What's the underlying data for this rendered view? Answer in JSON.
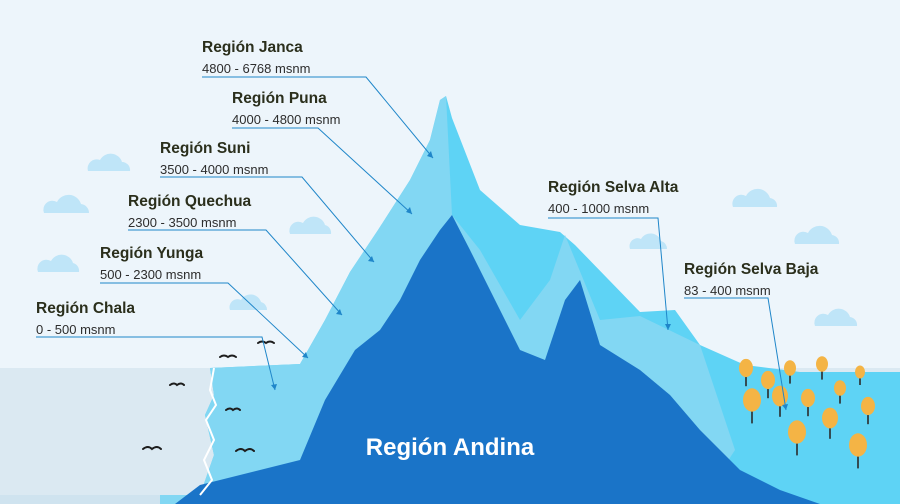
{
  "title": "Región Andina",
  "regions": [
    {
      "name": "Región Janca",
      "range": "4800 - 6768 msnm"
    },
    {
      "name": "Región Puna",
      "range": "4000 - 4800 msnm"
    },
    {
      "name": "Región Suni",
      "range": "3500 - 4000 msnm"
    },
    {
      "name": "Región Quechua",
      "range": "2300 - 3500 msnm"
    },
    {
      "name": "Región Yunga",
      "range": "500 - 2300 msnm"
    },
    {
      "name": "Región Chala",
      "range": "0 - 500 msnm"
    },
    {
      "name": "Región Selva Alta",
      "range": "400 - 1000 msnm"
    },
    {
      "name": "Región Selva Baja",
      "range": "83 - 400 msnm"
    }
  ],
  "colors": {
    "background": "#edf5fb",
    "sea": "#dbe9f2",
    "mountain_outer": "#5ed3f5",
    "mountain_mid": "#82d7f3",
    "mountain_core": "#1a74c8",
    "tree": "#f4b445",
    "leader_line": "#1f86c9"
  },
  "icons": [
    "cloud-icon",
    "bird-icon",
    "tree-icon"
  ]
}
